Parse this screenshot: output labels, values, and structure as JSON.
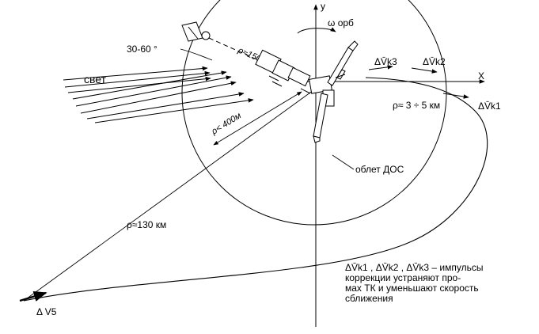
{
  "labels": {
    "axis_y": "y",
    "axis_x": "X",
    "omega_orb": "ω орб",
    "light": "свет",
    "angle": "30-60 °",
    "rho_150": "ρ≈150м",
    "rho_400": "ρ< 400м",
    "rho_3_5": "ρ≈ 3 ÷ 5  км",
    "rho_130": "ρ≈130 км",
    "dvk1": "ΔV̄k1",
    "dvk2": "ΔV̄k2",
    "dvk3": "ΔV̄k3",
    "dv5": "Δ V5",
    "flyaround": "облет ДОС"
  },
  "note": {
    "line1": "ΔV̄k1 , ΔV̄k2 , ΔV̄k3  – импульсы",
    "line2": "коррекции устраняют про-",
    "line3": "мах ТК и уменьшают скорость",
    "line4": "сближения"
  },
  "colors": {
    "ink": "#000000",
    "background": "#ffffff"
  }
}
